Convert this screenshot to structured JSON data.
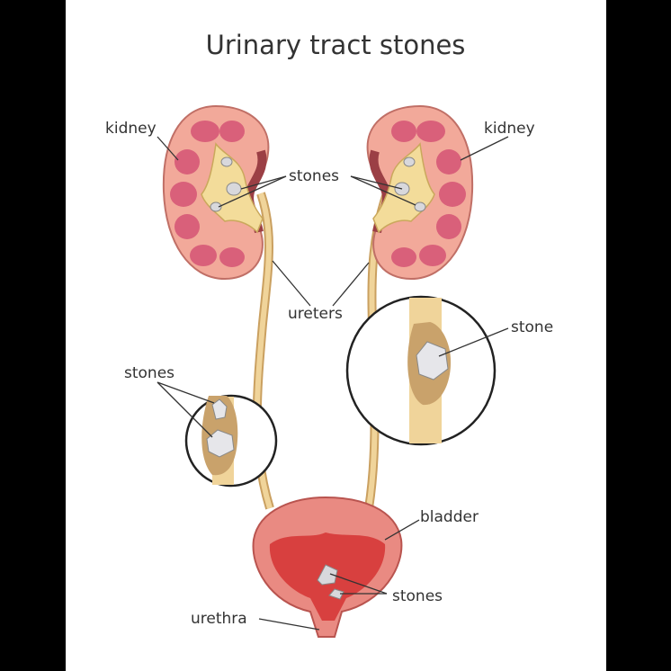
{
  "title": "Urinary tract stones",
  "labels": {
    "kidney_left": "kidney",
    "kidney_right": "kidney",
    "kidney_stones": "stones",
    "ureters": "ureters",
    "ureter_stones": "stones",
    "ureter_stone": "stone",
    "bladder": "bladder",
    "bladder_stones": "stones",
    "urethra": "urethra"
  },
  "colors": {
    "kidney": "#f2a99a",
    "kidney_dark": "#b85a5a",
    "pyramid": "#d9607a",
    "ureter": "#e8c88a",
    "bladder": "#e0605a",
    "stone": "#d8d8dc"
  }
}
